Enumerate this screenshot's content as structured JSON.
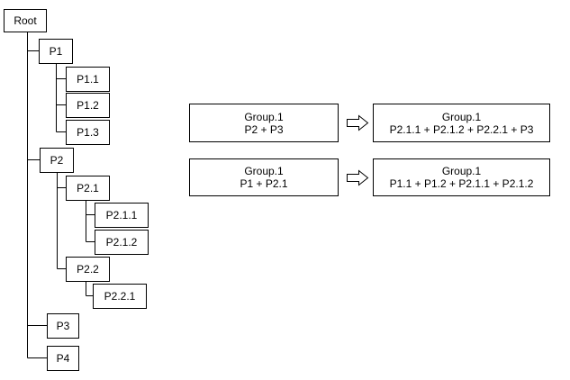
{
  "tree": {
    "root": "Root",
    "p1": "P1",
    "p1_1": "P1.1",
    "p1_2": "P1.2",
    "p1_3": "P1.3",
    "p2": "P2",
    "p2_1": "P2.1",
    "p2_1_1": "P2.1.1",
    "p2_1_2": "P2.1.2",
    "p2_2": "P2.2",
    "p2_2_1": "P2.2.1",
    "p3": "P3",
    "p4": "P4"
  },
  "rows": [
    {
      "left_title": "Group.1",
      "left_expr": "P2 + P3",
      "right_title": "Group.1",
      "right_expr": "P2.1.1 + P2.1.2 + P2.2.1 + P3"
    },
    {
      "left_title": "Group.1",
      "left_expr": "P1 + P2.1",
      "right_title": "Group.1",
      "right_expr": "P1.1 + P1.2 + P2.1.1 + P2.1.2"
    }
  ]
}
